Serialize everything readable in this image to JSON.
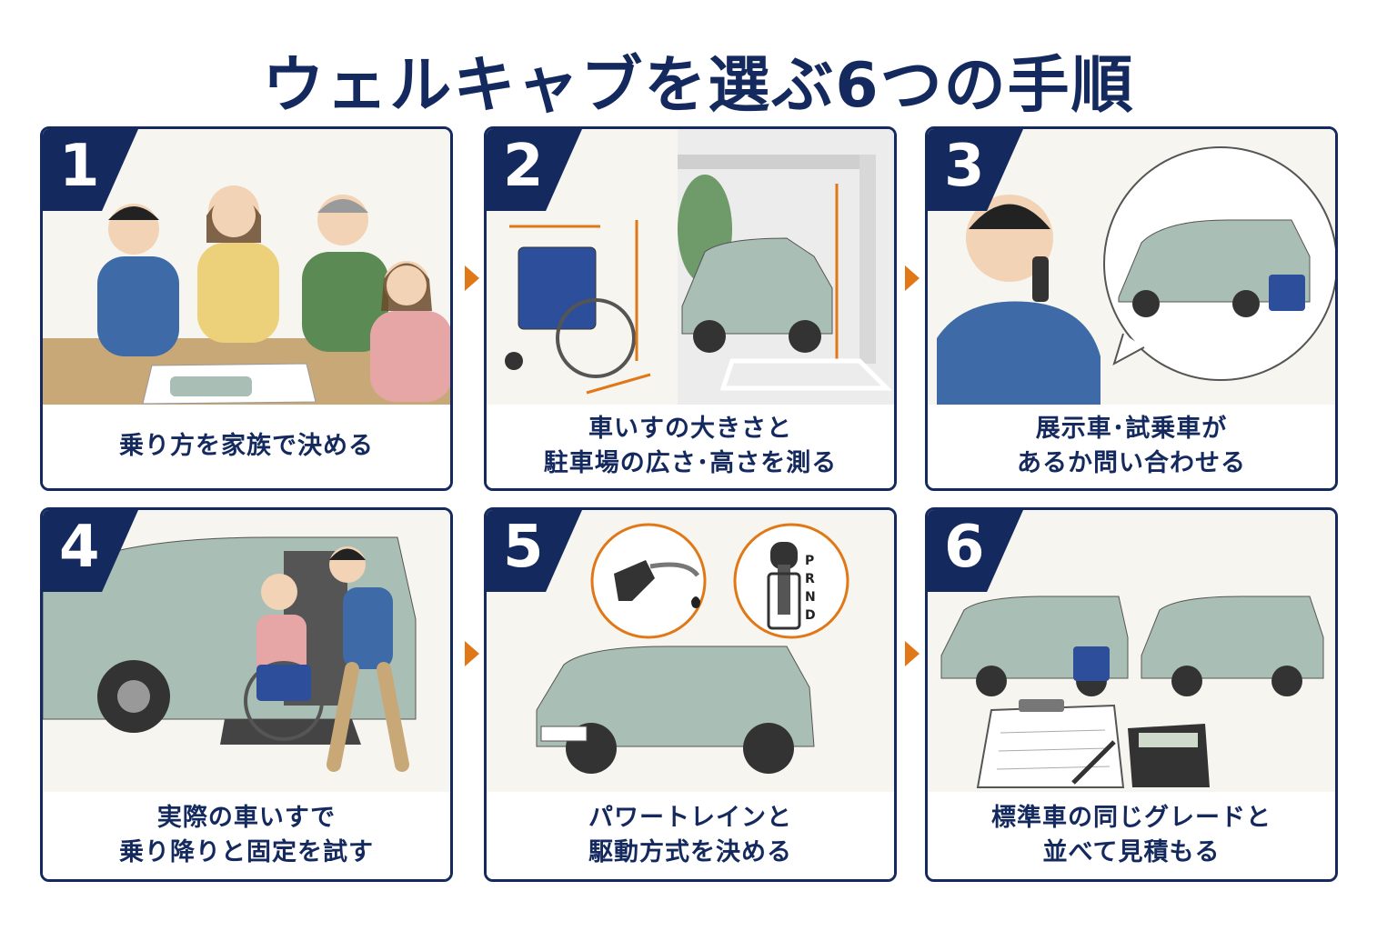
{
  "title": "ウェルキャブを選ぶ6つの手順",
  "colors": {
    "navy": "#14295e",
    "accent": "#e07818",
    "car": "#a9beb4"
  },
  "steps": [
    {
      "number": "1",
      "line1": "乗り方を家族で決める",
      "line2": ""
    },
    {
      "number": "2",
      "line1": "車いすの大きさと",
      "line2": "駐車場の広さ･高さを測る"
    },
    {
      "number": "3",
      "line1": "展示車･試乗車が",
      "line2": "あるか問い合わせる"
    },
    {
      "number": "4",
      "line1": "実際の車いすで",
      "line2": "乗り降りと固定を試す"
    },
    {
      "number": "5",
      "line1": "パワートレインと",
      "line2": "駆動方式を決める"
    },
    {
      "number": "6",
      "line1": "標準車の同じグレードと",
      "line2": "並べて見積もる"
    }
  ],
  "gear_letters": "PRND"
}
